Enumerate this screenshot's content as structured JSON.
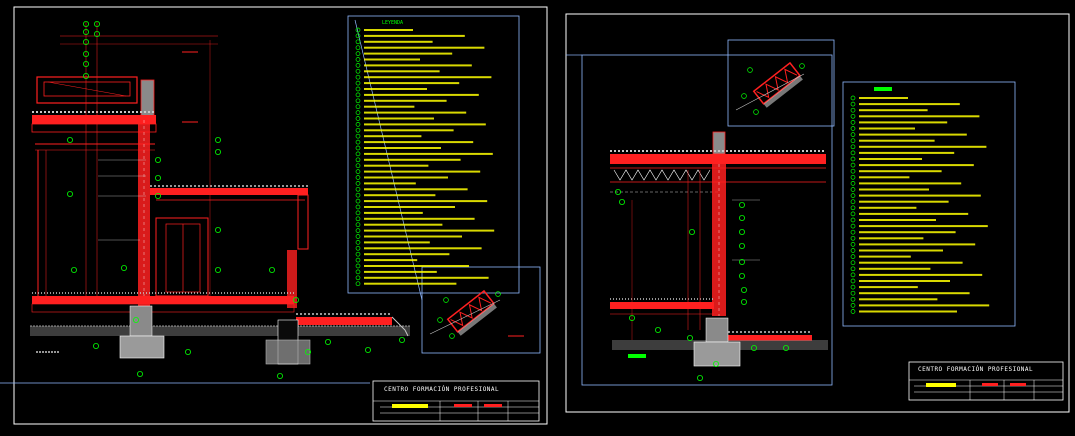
{
  "title_blocks": {
    "left": {
      "school_name": "CENTRO FORMACIÓN PROFESIONAL"
    },
    "right": {
      "school_name": "CENTRO FORMACIÓN PROFESIONAL"
    }
  },
  "legend": {
    "left_title": "LEYENDA",
    "left_item_count": 44,
    "right_item_count": 36
  },
  "colors": {
    "background": "#000000",
    "frame": "#ffffff",
    "viewport": "#8fb8ff",
    "structure": "#ff2020",
    "legend_text": "#ffff00",
    "callout": "#00ff00",
    "hatch": "#c8c8c8",
    "grey": "#9a9a9a"
  }
}
